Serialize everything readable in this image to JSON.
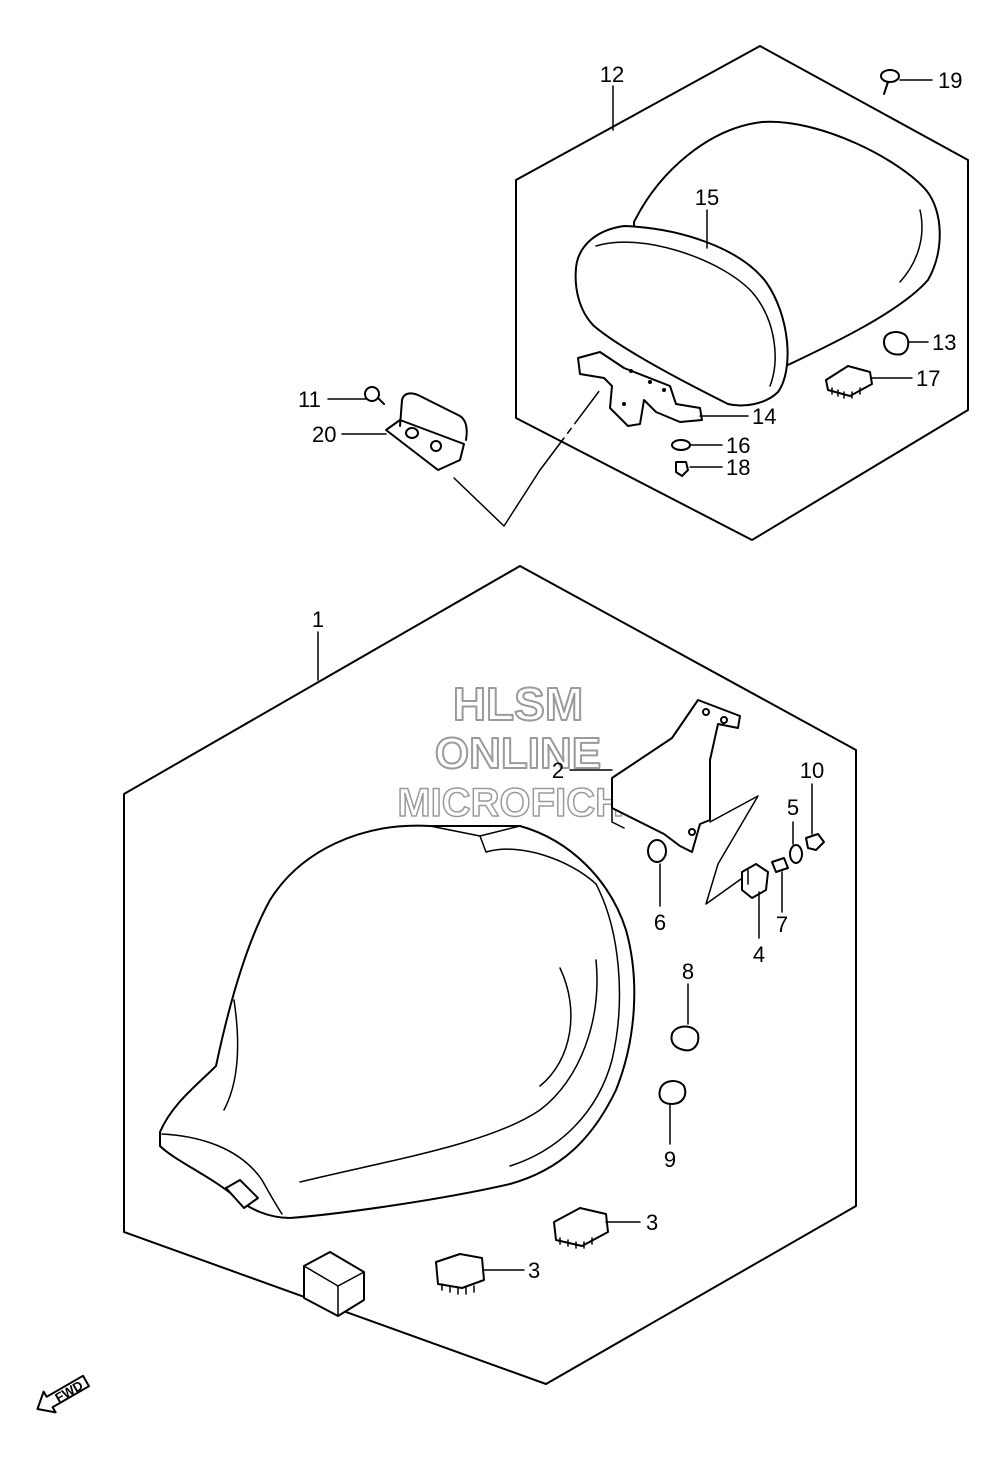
{
  "diagram": {
    "watermark": {
      "line1": "HLSM",
      "line2": "ONLINE",
      "line3": "MICROFICHE",
      "color": "#9a9a9a"
    },
    "direction_marker": "FWD",
    "callouts": {
      "c1": "1",
      "c2": "2",
      "c3a": "3",
      "c3b": "3",
      "c4": "4",
      "c5": "5",
      "c6": "6",
      "c7": "7",
      "c8": "8",
      "c9": "9",
      "c10": "10",
      "c11": "11",
      "c12": "12",
      "c13": "13",
      "c14": "14",
      "c15": "15",
      "c16": "16",
      "c17": "17",
      "c18": "18",
      "c19": "19",
      "c20": "20"
    }
  }
}
